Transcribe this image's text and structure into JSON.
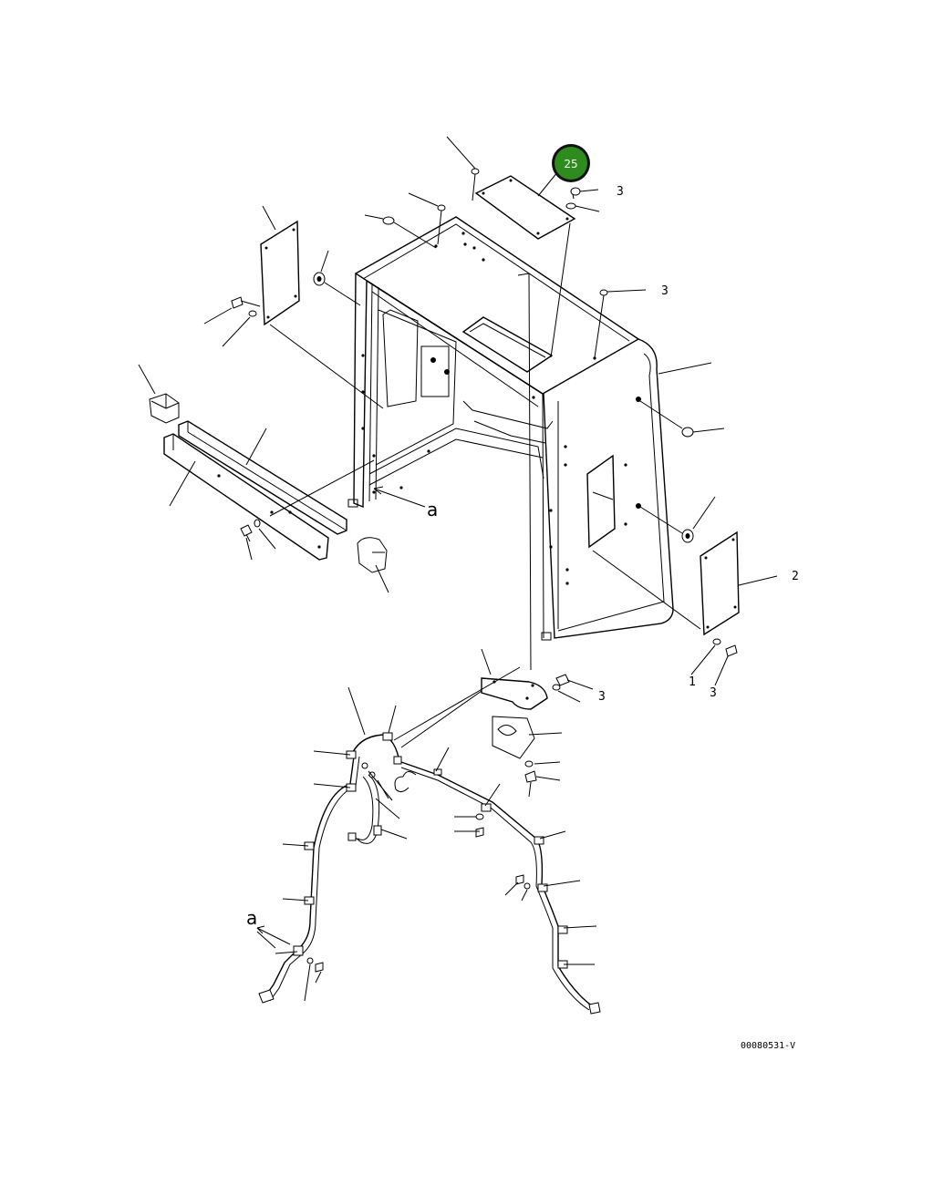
{
  "diagram": {
    "callout_badge": {
      "label": "25",
      "color": "#2e8b1e"
    },
    "reference_labels": {
      "a_upper": "a",
      "a_lower": "a"
    },
    "part_labels": {
      "top_right_bolt": "3",
      "right_side_bolt": "3",
      "right_cover": "2",
      "lower_right_1": "1",
      "lower_right_3": "3",
      "bracket_3": "3"
    },
    "drawing_code": "00080531-V",
    "colors": {
      "line": "#000000",
      "background": "#ffffff",
      "badge": "#2e8b1e"
    }
  }
}
